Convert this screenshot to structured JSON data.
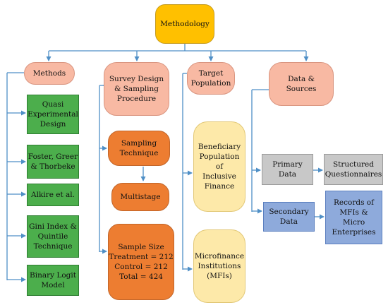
{
  "diagram": {
    "root": [
      "Methodology"
    ],
    "branches": {
      "methods": [
        "Methods"
      ],
      "survey": [
        "Survey Design",
        "& Sampling",
        "Procedure"
      ],
      "target": [
        "Target",
        "Population"
      ],
      "data": [
        "Data &",
        "Sources"
      ]
    },
    "methods_items": [
      [
        "Quasi",
        "Experimental",
        "Design"
      ],
      [
        "Foster, Greer",
        "& Thorbeke"
      ],
      [
        "Alkire et al."
      ],
      [
        "Gini Index &",
        "Quintile",
        "Technique"
      ],
      [
        "Binary Logit",
        "Model"
      ]
    ],
    "survey_items": {
      "sampling": [
        "Sampling",
        "Technique"
      ],
      "multistage": [
        "Multistage"
      ],
      "sample_size": [
        "Sample Size",
        "Treatment = 212",
        "Control = 212",
        "Total = 424"
      ]
    },
    "target_items": [
      [
        "Beneficiary",
        "Population",
        "of",
        "Inclusive",
        "Finance"
      ],
      [
        "Microfinance",
        "Institutions",
        "(MFIs)"
      ]
    ],
    "data_items": {
      "primary": [
        "Primary",
        "Data"
      ],
      "structured": [
        "Structured",
        "Questionnaires"
      ],
      "secondary": [
        "Secondary",
        "Data"
      ],
      "records": [
        "Records of",
        "MFIs &",
        "Micro",
        "Enterprises"
      ]
    }
  },
  "colors": {
    "root": "#ffc000",
    "branch": "#f8b9a3",
    "methods_items": "#4cae4c",
    "survey_items": "#ed7d31",
    "target_items": "#fde9a9",
    "primary": "#c8c8c8",
    "secondary": "#8eaadb",
    "connector": "#4f8fc6"
  }
}
